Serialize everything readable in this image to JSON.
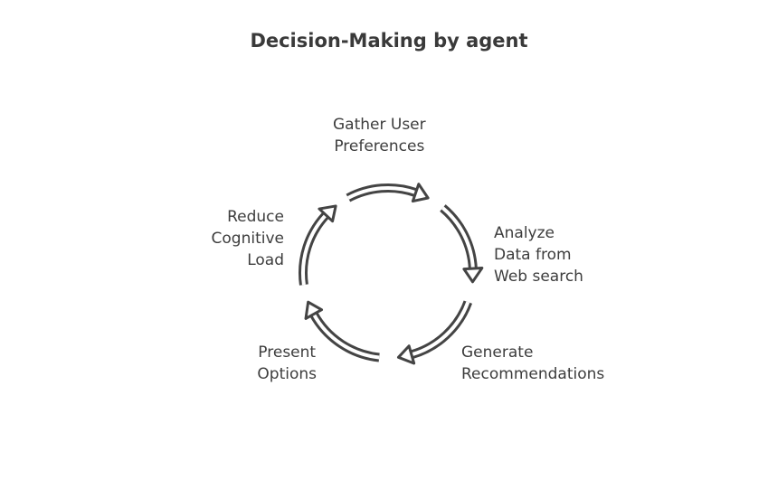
{
  "title": "Decision-Making by agent",
  "steps": [
    {
      "lines": [
        "Gather User",
        "Preferences"
      ]
    },
    {
      "lines": [
        "Analyze",
        "Data from",
        "Web search"
      ]
    },
    {
      "lines": [
        "Generate",
        "Recommendations"
      ]
    },
    {
      "lines": [
        "Present",
        "Options"
      ]
    },
    {
      "lines": [
        "Reduce",
        "Cognitive",
        "Load"
      ]
    }
  ],
  "colors": {
    "stroke": "#444444",
    "text": "#3d3d3d",
    "background": "#ffffff"
  }
}
